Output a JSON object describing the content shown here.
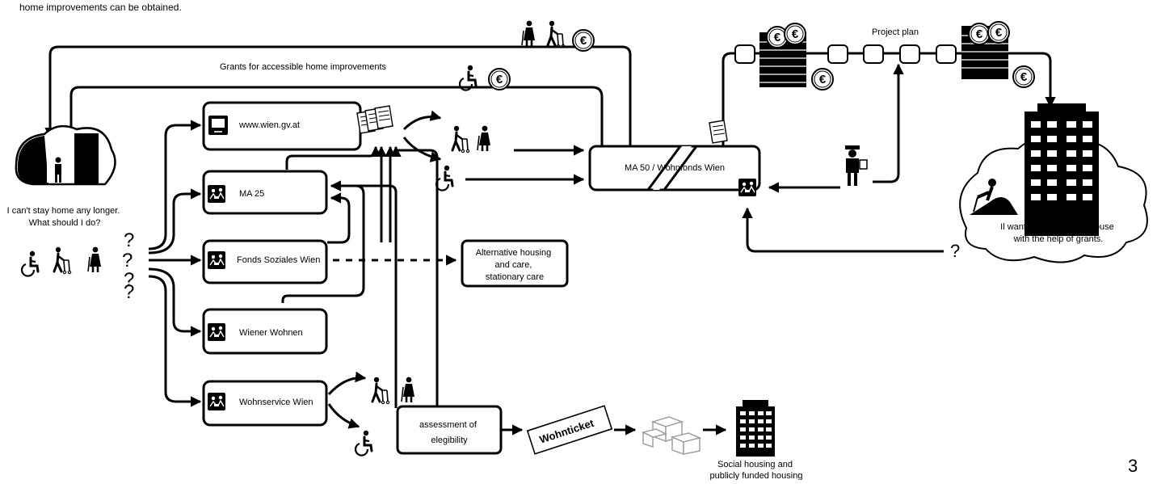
{
  "intro_fragment": "home improvements can be obtained.",
  "page_number": "3",
  "person_quote": [
    "I can't stay home any longer.",
    "What should I do?"
  ],
  "question_mark": "?",
  "grants_label": "Grants for accessible home improvements",
  "project_plan_label": "Project plan",
  "euro_symbol": "€",
  "ticket_label": "Wohnticket",
  "renovate_quote": [
    "Il want to renovate my house",
    "with the help of grants."
  ],
  "social_housing_label": [
    "Social housing and",
    "publicly funded housing"
  ],
  "nodes": {
    "website": "www.wien.gv.at",
    "ma25": "MA 25",
    "fsw": "Fonds Soziales Wien",
    "wiener_wohnen": "Wiener Wohnen",
    "wohnservice": "Wohnservice Wien",
    "ma50": "MA 50 / Wohnfonds Wien",
    "alternative": [
      "Alternative housing",
      "and care,",
      "stationary care"
    ],
    "assessment": [
      "assessment of",
      "elegibility"
    ]
  },
  "icon_names": [
    "monitor-icon",
    "consultation-icon",
    "person-icon",
    "wheelchair-user-icon",
    "walker-user-icon",
    "elderly-user-icon",
    "coin-stack-icon",
    "document-icon",
    "worker-icon",
    "apartment-building-icon",
    "boxes-icon",
    "ticket-icon"
  ]
}
